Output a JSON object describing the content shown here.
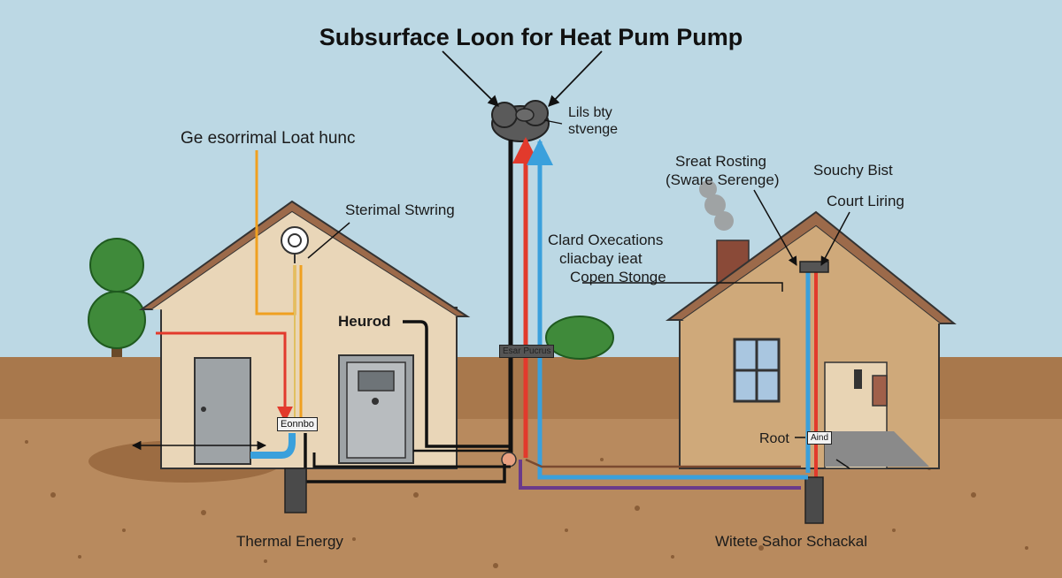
{
  "title": "Subsurface Loon for Heat Pum Pump",
  "labels": {
    "geothermal": "Ge esorrimal Loat hunc",
    "sterimal": "Sterimal Stwring",
    "heurod": "Heurod",
    "lils_line1": "Lils bty",
    "lils_line2": "stvenge",
    "clard_line1": "Clard Oxecations",
    "clard_line2": "cliacbay ieat",
    "clard_line3": "Copen Stonge",
    "sreat_line1": "Sreat Rosting",
    "sreat_line2": "(Sware Serenge)",
    "souchy": "Souchy Bist",
    "court": "Court Liring",
    "root": "Root",
    "thermal": "Thermal Energy",
    "witete": "Witete Sahor Schackal",
    "box_left": "Eonnbo",
    "box_center": "Esar Pucrus",
    "box_right": "Aind"
  },
  "colors": {
    "sky": "#bcd8e4",
    "ground": "#b88a5e",
    "house_left": "#e9d6b8",
    "house_right": "#cfa97a",
    "roof": "#9c6a4a",
    "pipe_red": "#e23a2c",
    "pipe_blue": "#3aa0dc",
    "pipe_black": "#111111",
    "pipe_orange": "#f0a020",
    "pipe_purple": "#6b3a8a"
  },
  "icons": [
    "cloud-icon",
    "gauge-icon",
    "tree-icon",
    "shrub-icon",
    "chimney-smoke-icon",
    "heat-pump-unit-icon"
  ]
}
